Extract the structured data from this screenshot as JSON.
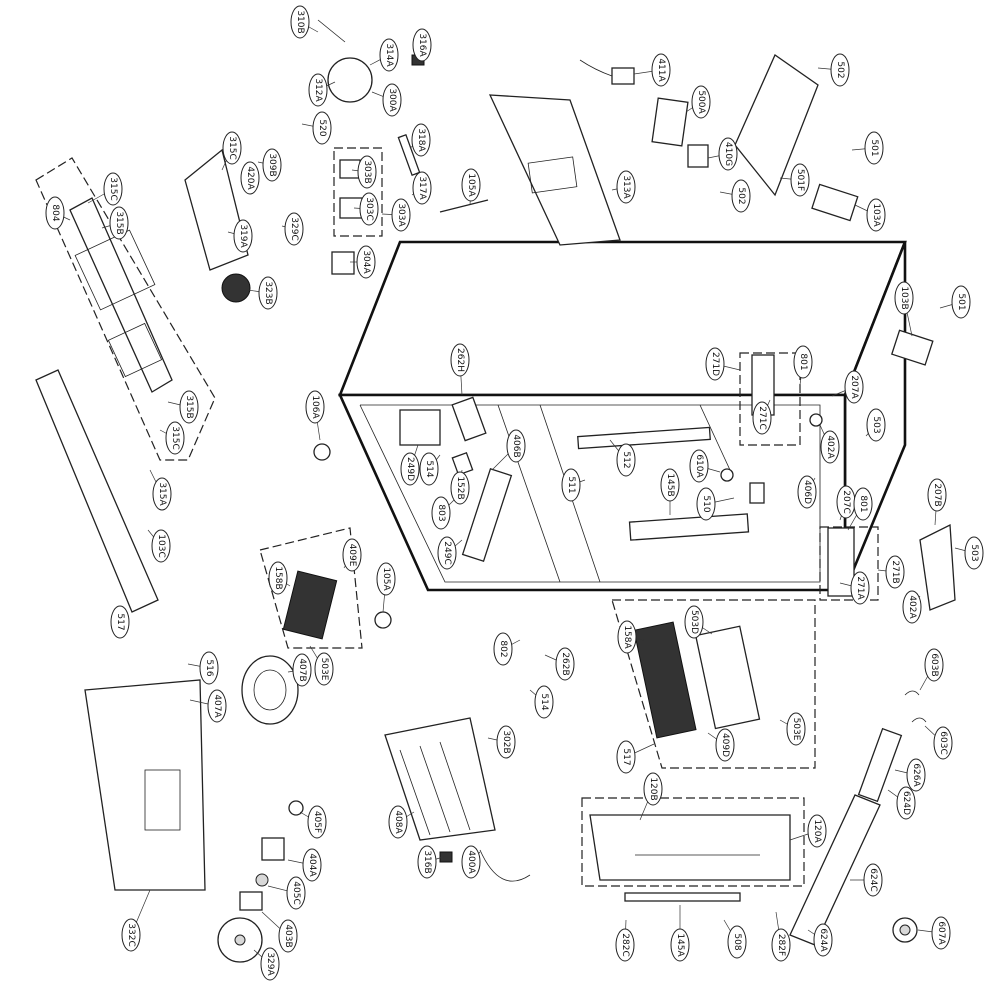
{
  "callouts": [
    {
      "id": "310B"
    },
    {
      "id": "314A"
    },
    {
      "id": "316A"
    },
    {
      "id": "312A"
    },
    {
      "id": "300A"
    },
    {
      "id": "520"
    },
    {
      "id": "315C"
    },
    {
      "id": "309B"
    },
    {
      "id": "420A"
    },
    {
      "id": "319A"
    },
    {
      "id": "329C"
    },
    {
      "id": "323B"
    },
    {
      "id": "303B"
    },
    {
      "id": "303C"
    },
    {
      "id": "303A"
    },
    {
      "id": "304A"
    },
    {
      "id": "318A"
    },
    {
      "id": "317A"
    },
    {
      "id": "105A"
    },
    {
      "id": "313A"
    },
    {
      "id": "411A"
    },
    {
      "id": "500A"
    },
    {
      "id": "410G"
    },
    {
      "id": "502"
    },
    {
      "id": "502"
    },
    {
      "id": "501F"
    },
    {
      "id": "501"
    },
    {
      "id": "103A"
    },
    {
      "id": "103B"
    },
    {
      "id": "501"
    },
    {
      "id": "804"
    },
    {
      "id": "315C"
    },
    {
      "id": "315B"
    },
    {
      "id": "315B"
    },
    {
      "id": "315C"
    },
    {
      "id": "262H"
    },
    {
      "id": "106A"
    },
    {
      "id": "249D"
    },
    {
      "id": "514"
    },
    {
      "id": "406B"
    },
    {
      "id": "152B"
    },
    {
      "id": "803"
    },
    {
      "id": "249C"
    },
    {
      "id": "511"
    },
    {
      "id": "512"
    },
    {
      "id": "145B"
    },
    {
      "id": "610A"
    },
    {
      "id": "510"
    },
    {
      "id": "406D"
    },
    {
      "id": "271D"
    },
    {
      "id": "801"
    },
    {
      "id": "207A"
    },
    {
      "id": "271C"
    },
    {
      "id": "402A"
    },
    {
      "id": "503"
    },
    {
      "id": "207C"
    },
    {
      "id": "801"
    },
    {
      "id": "207B"
    },
    {
      "id": "503"
    },
    {
      "id": "271B"
    },
    {
      "id": "271A"
    },
    {
      "id": "402A"
    },
    {
      "id": "315A"
    },
    {
      "id": "103C"
    },
    {
      "id": "517"
    },
    {
      "id": "409E"
    },
    {
      "id": "158B"
    },
    {
      "id": "503E"
    },
    {
      "id": "105A"
    },
    {
      "id": "802"
    },
    {
      "id": "262B"
    },
    {
      "id": "514"
    },
    {
      "id": "516"
    },
    {
      "id": "407A"
    },
    {
      "id": "407B"
    },
    {
      "id": "158A"
    },
    {
      "id": "503D"
    },
    {
      "id": "409D"
    },
    {
      "id": "503E"
    },
    {
      "id": "603B"
    },
    {
      "id": "603C"
    },
    {
      "id": "626A"
    },
    {
      "id": "624D"
    },
    {
      "id": "517"
    },
    {
      "id": "120B"
    },
    {
      "id": "120A"
    },
    {
      "id": "408A"
    },
    {
      "id": "302B"
    },
    {
      "id": "316B"
    },
    {
      "id": "400A"
    },
    {
      "id": "405F"
    },
    {
      "id": "404A"
    },
    {
      "id": "405C"
    },
    {
      "id": "403B"
    },
    {
      "id": "329A"
    },
    {
      "id": "332C"
    },
    {
      "id": "624C"
    },
    {
      "id": "624A"
    },
    {
      "id": "607A"
    },
    {
      "id": "282C"
    },
    {
      "id": "145A"
    },
    {
      "id": "508"
    },
    {
      "id": "282F"
    }
  ]
}
